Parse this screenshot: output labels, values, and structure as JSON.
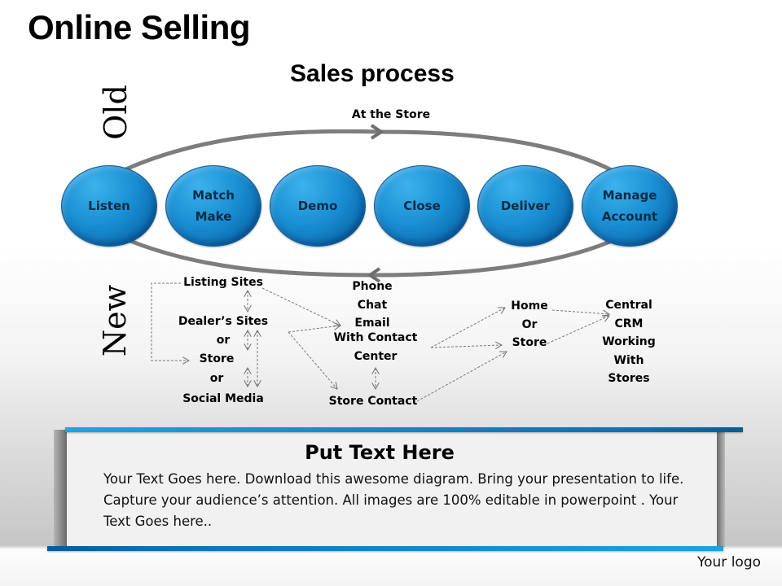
{
  "header": {
    "title": "Online Selling",
    "subtitle": "Sales process"
  },
  "side_labels": {
    "old": "Old",
    "new": "New"
  },
  "old_process": {
    "cycle_label": "At the Store",
    "steps": [
      {
        "label": "Listen"
      },
      {
        "label": "Match\nMake"
      },
      {
        "label": "Demo"
      },
      {
        "label": "Close"
      },
      {
        "label": "Deliver"
      },
      {
        "label": "Manage\nAccount"
      }
    ]
  },
  "new_process": {
    "listing_sites": "Listing Sites",
    "dealers_sites": "Dealer’s Sites",
    "or_1": "or",
    "store": "Store",
    "or_2": "or",
    "social_media": "Social Media",
    "contact_center": "Phone\nChat\nEmail",
    "with_contact_center": "With Contact\nCenter",
    "store_contact": "Store Contact",
    "home_or_store": "Home\nOr\nStore",
    "central_crm": "Central\nCRM\nWorking\nWith\nStores"
  },
  "text_panel": {
    "heading": "Put Text Here",
    "body": "Your Text Goes here. Download this awesome diagram. Bring your presentation to life. Capture your audience’s attention. All images are 100% editable in powerpoint . Your Text Goes here.."
  },
  "footer": {
    "logo": "Your logo"
  },
  "colors": {
    "node_blue": "#1a8fd3",
    "accent_bar": "#1ea4de",
    "arrow_gray": "#7a7a7a"
  }
}
